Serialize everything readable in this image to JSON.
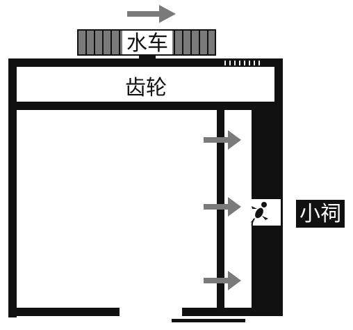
{
  "labels": {
    "water_wheel": "水车",
    "gear": "齿轮",
    "shrine": "小祠"
  },
  "colors": {
    "frame": "#111111",
    "wheel_fill": "#7a7a7a",
    "arrow": "#7a7a7a",
    "background": "#ffffff",
    "label_bg": "#111111",
    "label_text": "#ffffff"
  },
  "icons": {
    "top_arrow": "right-arrow-icon",
    "side_arrows": "right-arrow-icon",
    "figure": "lizard-figure-icon"
  }
}
